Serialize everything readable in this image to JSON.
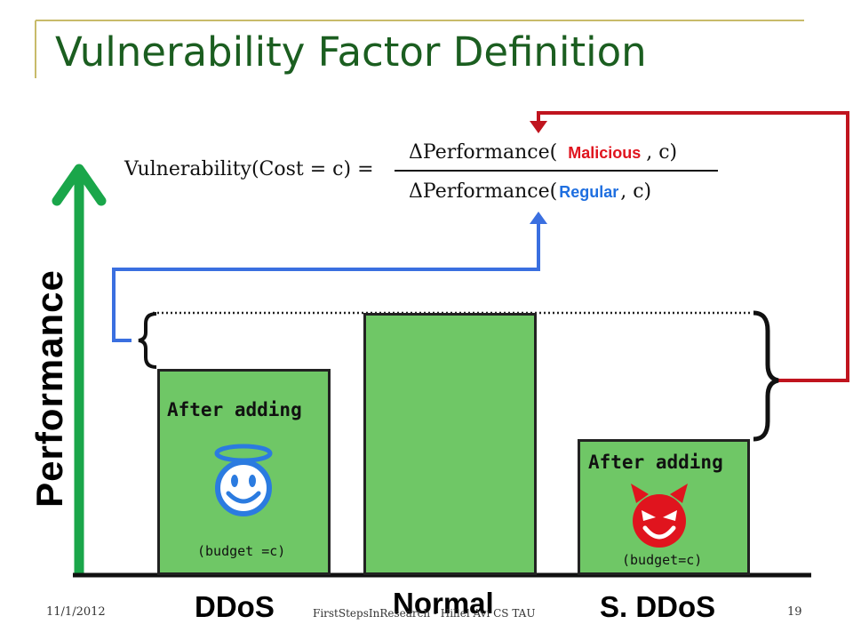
{
  "slide": {
    "title": "Vulnerability Factor Definition",
    "footer_date": "11/1/2012",
    "footer_center": "FirstStepsInResearch - Hillel Avi CS TAU",
    "page_number": "19"
  },
  "formula": {
    "lhs": "Vulnerability(Cost = c) =",
    "numerator_prefix": "ΔPerformance(",
    "numerator_tag": "Malicious",
    "numerator_suffix": ", c)",
    "denominator_prefix": "ΔPerformance(",
    "denominator_tag": "Regular",
    "denominator_suffix": ", c)"
  },
  "axis": {
    "label": "Performance"
  },
  "bars": [
    {
      "category": "DDoS",
      "caption": "After adding",
      "note": "(budget =c)",
      "icon": "angel-smiley-icon"
    },
    {
      "category": "Normal"
    },
    {
      "category": "S. DDoS",
      "caption": "After adding",
      "note": "(budget=c)",
      "icon": "devil-smiley-icon"
    }
  ],
  "colors": {
    "title": "#1b5e20",
    "bar_fill": "#6fc766",
    "axis_arrow": "#1aa64a",
    "malicious": "#e0141e",
    "regular": "#1f6fe0",
    "blue_connector": "#3a6fe0",
    "red_connector": "#c0141e"
  }
}
